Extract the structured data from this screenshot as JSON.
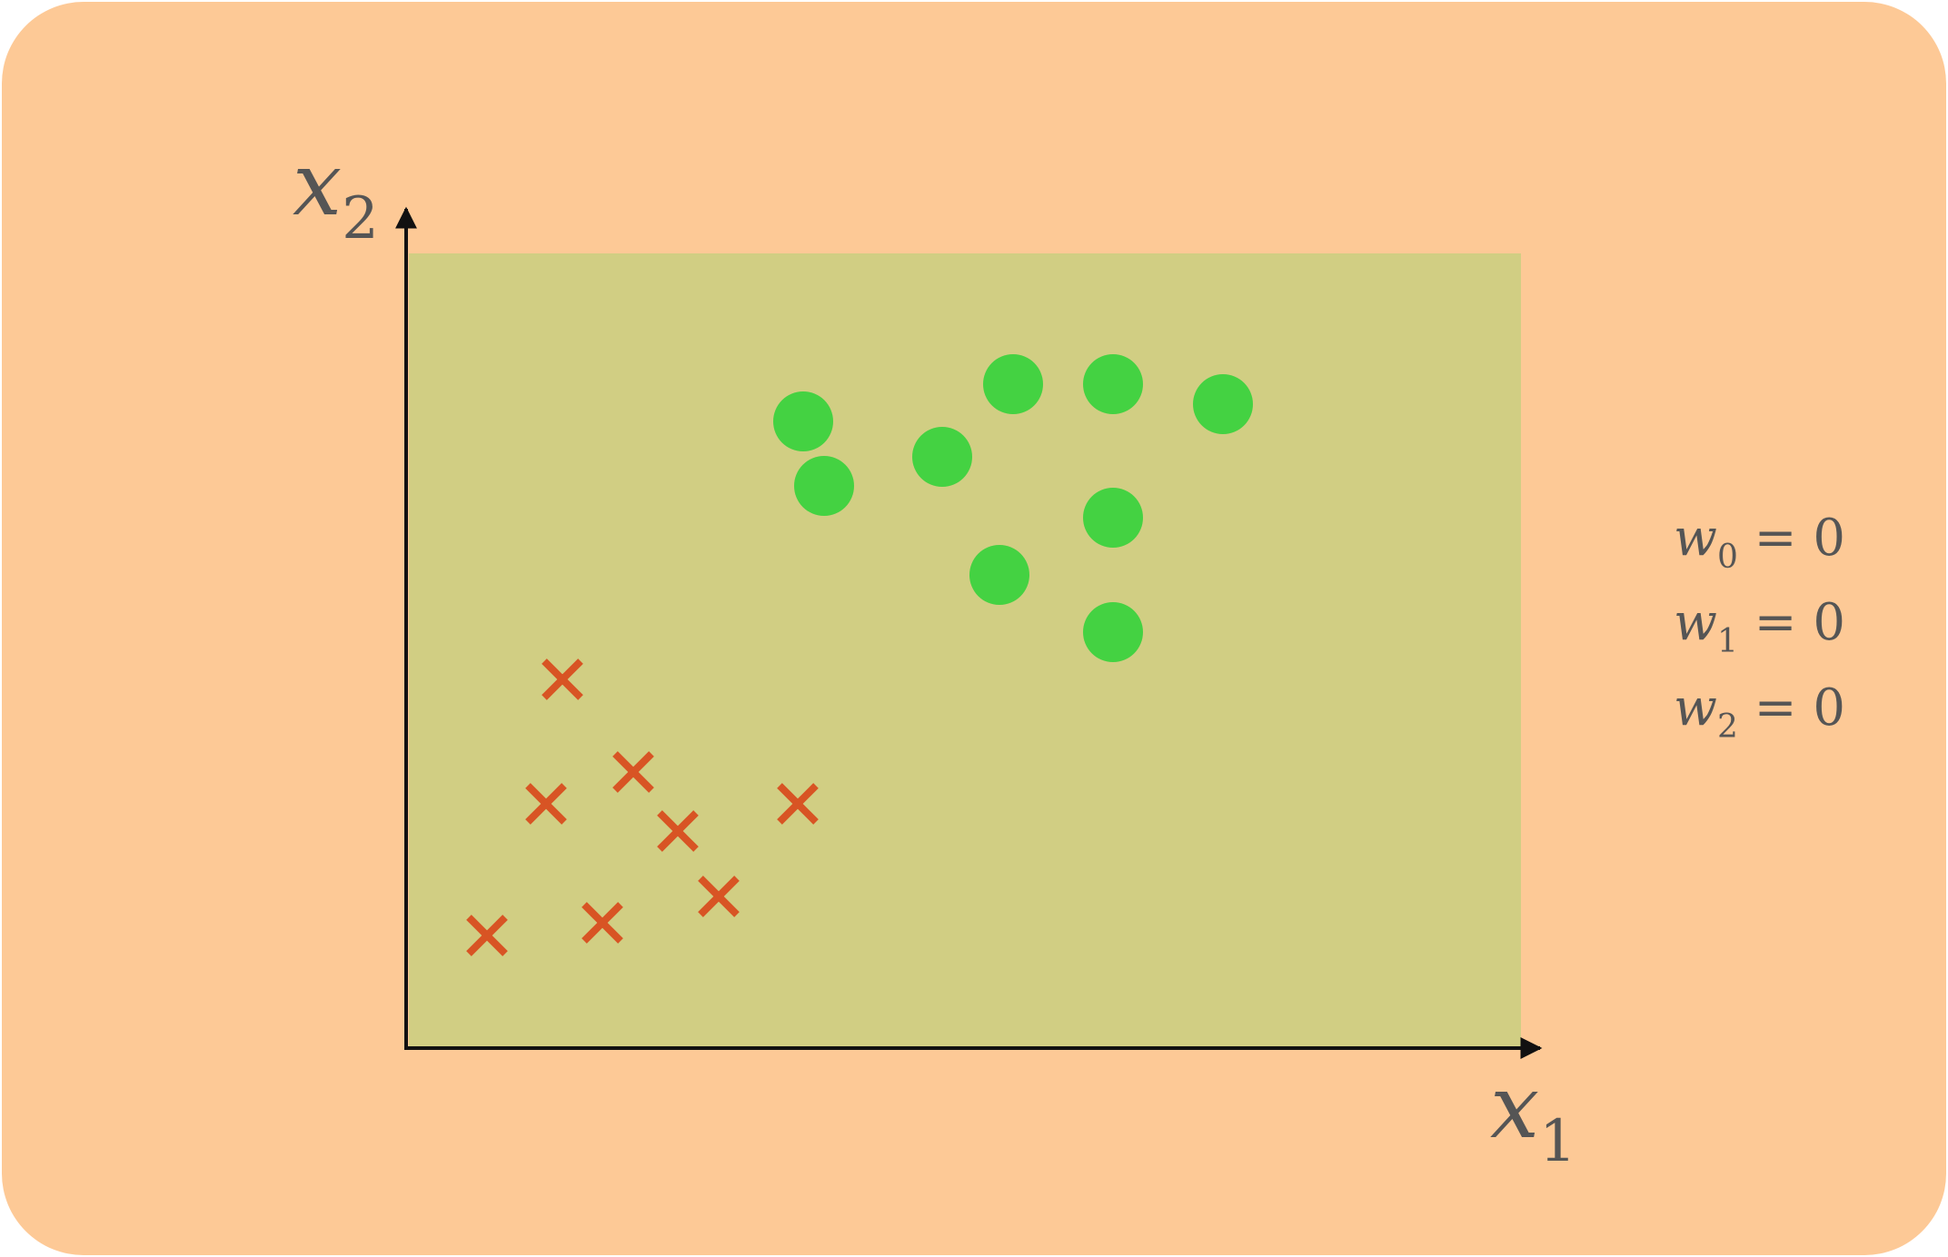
{
  "colors": {
    "card_bg": "#FDC996",
    "plot_region": "#D1CE83",
    "axis": "#111111",
    "label_text": "#555555",
    "circle_class": "#44D242",
    "cross_class": "#D85424"
  },
  "axes": {
    "x_label": {
      "base": "x",
      "sub": "1"
    },
    "y_label": {
      "base": "x",
      "sub": "2"
    }
  },
  "weights": [
    {
      "base": "w",
      "sub": "0",
      "rest": " = 0"
    },
    {
      "base": "w",
      "sub": "1",
      "rest": " = 0"
    },
    {
      "base": "w",
      "sub": "2",
      "rest": " = 0"
    }
  ],
  "chart_data": {
    "type": "scatter",
    "series": [
      {
        "marker": "circle",
        "points": [
          [
            437,
            690
          ],
          [
            460,
            619
          ],
          [
            590,
            651
          ],
          [
            668,
            731
          ],
          [
            653,
            521
          ],
          [
            778,
            731
          ],
          [
            899,
            709
          ],
          [
            778,
            584
          ],
          [
            778,
            458
          ]
        ]
      },
      {
        "marker": "x",
        "points": [
          [
            172,
            406
          ],
          [
            154,
            269
          ],
          [
            250,
            304
          ],
          [
            299,
            239
          ],
          [
            89,
            124
          ],
          [
            216,
            138
          ],
          [
            344,
            167
          ],
          [
            431,
            269
          ]
        ]
      }
    ],
    "xlim": [
      0,
      1254
    ],
    "ylim": [
      0,
      915
    ]
  }
}
